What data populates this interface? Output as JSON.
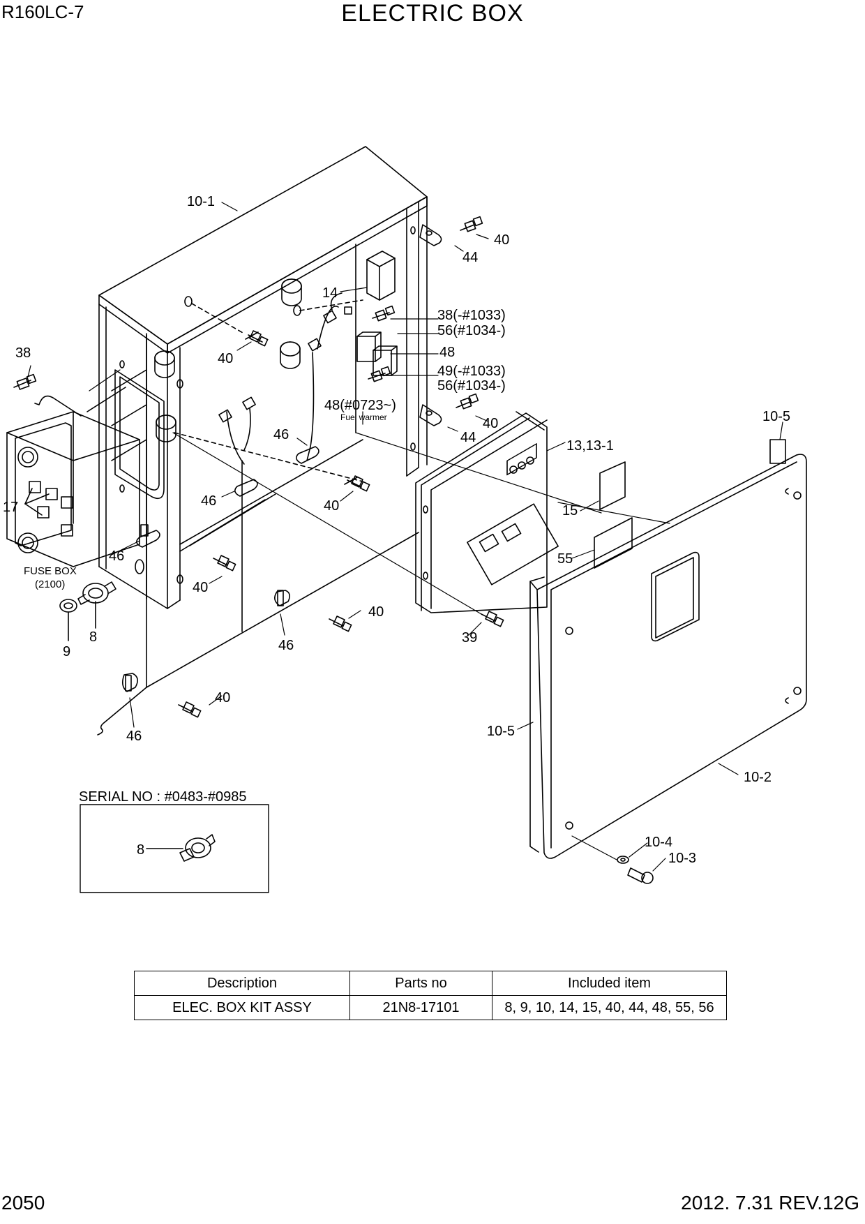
{
  "header": {
    "model": "R160LC-7",
    "title": "ELECTRIC BOX"
  },
  "footer": {
    "page_number": "2050",
    "revision": "2012. 7.31  REV.12G"
  },
  "callouts": {
    "c10_1": "10-1",
    "c40_a": "40",
    "c44_a": "44",
    "c14": "14",
    "c38_top": "38(-#1033)",
    "c56_top": "56(#1034-)",
    "c48": "48",
    "c49": "49(-#1033)",
    "c56_b": "56(#1034-)",
    "c48_serial": "48(#0723~)",
    "fuel_warmer": "Fuel warmer",
    "c40_b": "40",
    "c44_b": "44",
    "c38_left": "38",
    "c40_c": "40",
    "c46_a": "46",
    "c46_b": "46",
    "c40_d": "40",
    "c17": "17",
    "c46_c": "46",
    "c40_e": "40",
    "fuse_box": "FUSE BOX",
    "fuse_box_page": "(2100)",
    "c9": "9",
    "c8": "8",
    "c40_f": "40",
    "c46_d": "46",
    "c39": "39",
    "c40_g": "40",
    "c46_e": "46",
    "c13": "13,13-1",
    "c15": "15",
    "c55": "55",
    "c10_5_top": "10-5",
    "c10_5_left": "10-5",
    "c10_2": "10-2",
    "c10_4": "10-4",
    "c10_3": "10-3"
  },
  "serial_inset": {
    "label": "SERIAL NO : #0483-#0985",
    "callout": "8"
  },
  "kit_table": {
    "headers": [
      "Description",
      "Parts no",
      "Included item"
    ],
    "rows": [
      [
        "ELEC. BOX KIT ASSY",
        "21N8-17101",
        "8, 9, 10, 14, 15, 40, 44, 48, 55, 56"
      ]
    ]
  }
}
